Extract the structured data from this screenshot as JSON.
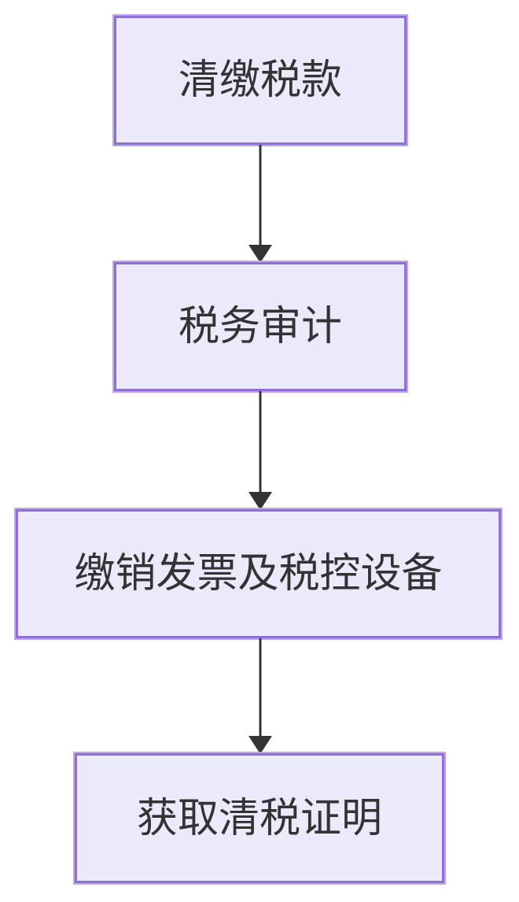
{
  "diagram": {
    "type": "flowchart",
    "direction": "top-down",
    "nodes": [
      {
        "id": "step-1",
        "label": "清缴税款"
      },
      {
        "id": "step-2",
        "label": "税务审计"
      },
      {
        "id": "step-3",
        "label": "缴销发票及税控设备"
      },
      {
        "id": "step-4",
        "label": "获取清税证明"
      }
    ],
    "edges": [
      {
        "from": "step-1",
        "to": "step-2",
        "style": "arrow-down"
      },
      {
        "from": "step-2",
        "to": "step-3",
        "style": "arrow-down"
      },
      {
        "from": "step-3",
        "to": "step-4",
        "style": "arrow-down"
      }
    ],
    "colors": {
      "background": "#FFFFFF",
      "node_fill": "#EAEAFB",
      "node_border": "#8F6FD6",
      "node_border_outer": "#BCA8E8",
      "label_text": "#333333",
      "arrow": "#333333"
    }
  }
}
